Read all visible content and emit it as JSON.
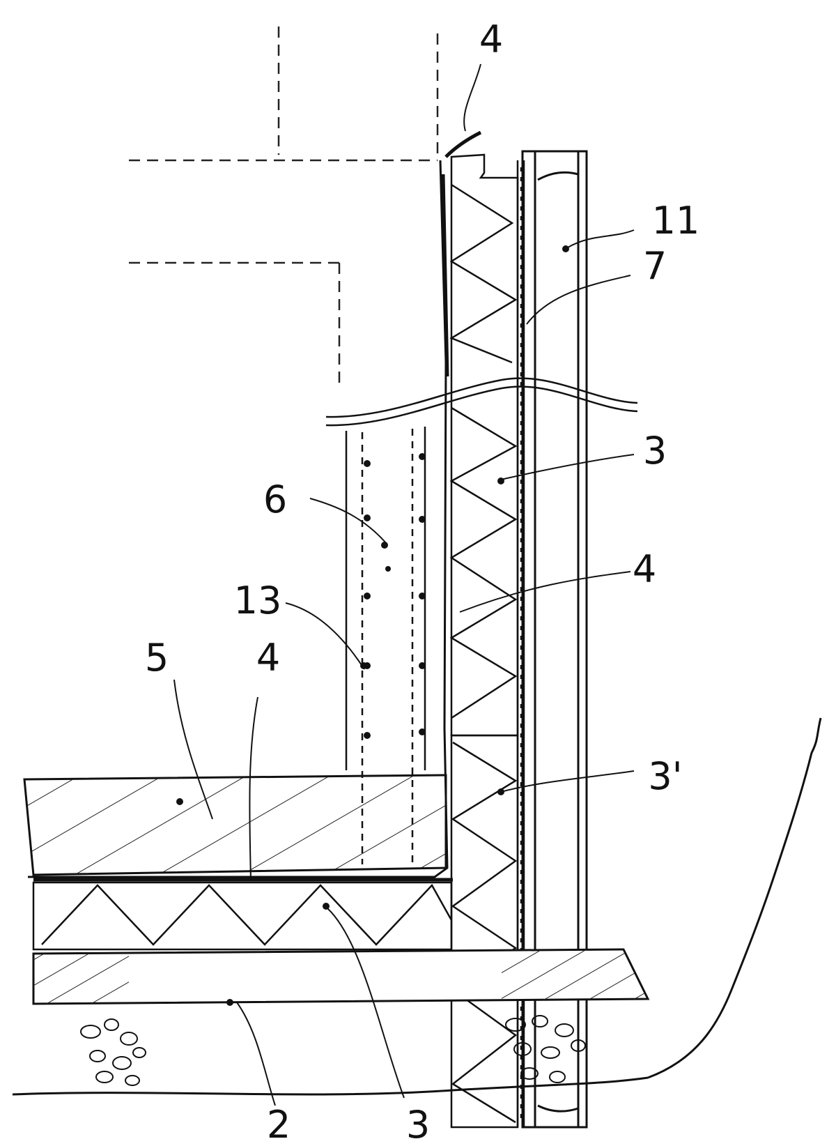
{
  "figure": {
    "labels": {
      "top_4": "4",
      "l11": "11",
      "l7": "7",
      "l3_wall": "3",
      "l6": "6",
      "l4_mid": "4",
      "l13": "13",
      "l5": "5",
      "l4_slab": "4",
      "l3_prime": "3'",
      "l2": "2",
      "l3_bottom": "3"
    }
  }
}
